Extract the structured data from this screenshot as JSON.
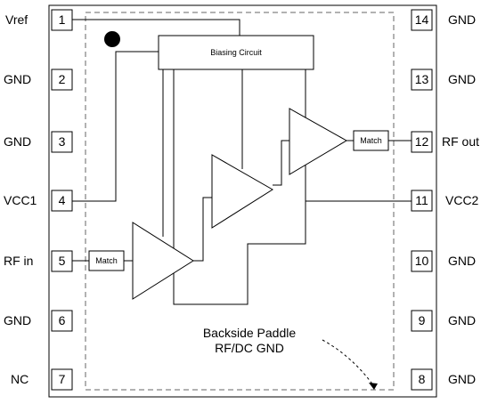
{
  "left_pins": [
    {
      "number": "1",
      "label": "Vref"
    },
    {
      "number": "2",
      "label": "GND"
    },
    {
      "number": "3",
      "label": "GND"
    },
    {
      "number": "4",
      "label": "VCC1"
    },
    {
      "number": "5",
      "label": "RF in"
    },
    {
      "number": "6",
      "label": "GND"
    },
    {
      "number": "7",
      "label": "NC"
    }
  ],
  "right_pins": [
    {
      "number": "14",
      "label": "GND"
    },
    {
      "number": "13",
      "label": "GND"
    },
    {
      "number": "12",
      "label": "RF out"
    },
    {
      "number": "11",
      "label": "VCC2"
    },
    {
      "number": "10",
      "label": "GND"
    },
    {
      "number": "9",
      "label": "GND"
    },
    {
      "number": "8",
      "label": "GND"
    }
  ],
  "blocks": {
    "biasing": "Biasing Circuit",
    "match_in": "Match",
    "match_out": "Match"
  },
  "note": {
    "line1": "Backside Paddle",
    "line2": "RF/DC GND"
  }
}
